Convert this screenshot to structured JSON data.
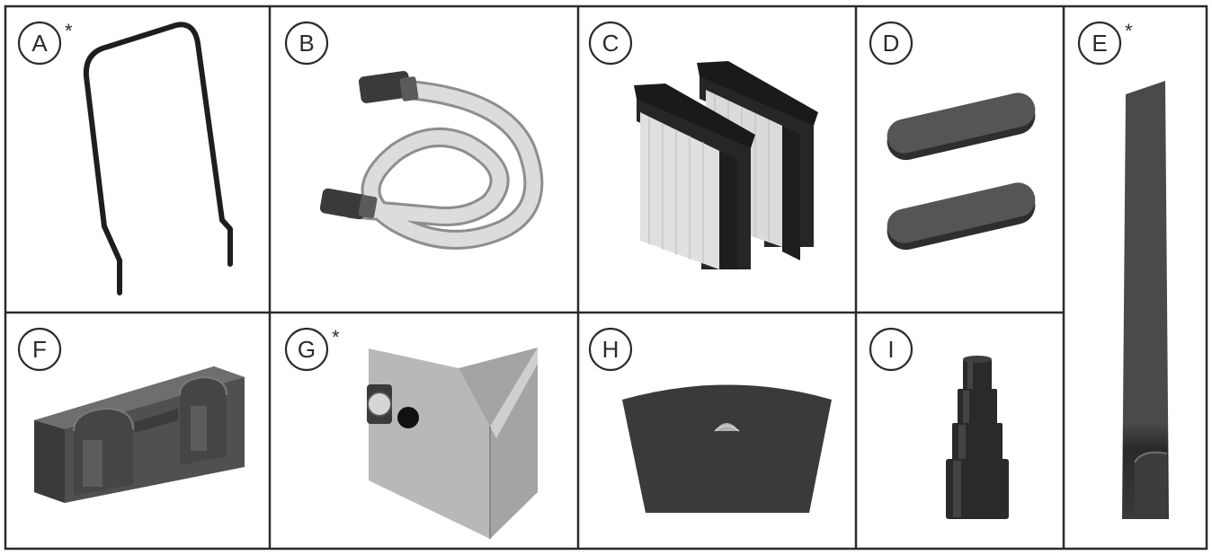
{
  "colors": {
    "frame": "#2b2b2b",
    "part_dark": "#4a4a4a",
    "part_mid": "#6b6b6b",
    "part_light": "#bdbdbd",
    "hose": "#c8c8c8",
    "filter_pleat": "#d9d9d9"
  },
  "parts": [
    {
      "letter": "A",
      "asterisk": "*",
      "icon": "push-handle-icon"
    },
    {
      "letter": "B",
      "asterisk": "",
      "icon": "suction-hose-icon"
    },
    {
      "letter": "C",
      "asterisk": "",
      "icon": "flat-pleated-filter-icon"
    },
    {
      "letter": "D",
      "asterisk": "",
      "icon": "felt-pad-icon"
    },
    {
      "letter": "E",
      "asterisk": "*",
      "icon": "crevice-nozzle-icon"
    },
    {
      "letter": "F",
      "asterisk": "",
      "icon": "accessory-holder-icon"
    },
    {
      "letter": "G",
      "asterisk": "*",
      "icon": "filter-bag-icon"
    },
    {
      "letter": "H",
      "asterisk": "",
      "icon": "disposal-bag-icon"
    },
    {
      "letter": "I",
      "asterisk": "",
      "icon": "stepped-adapter-icon"
    }
  ]
}
